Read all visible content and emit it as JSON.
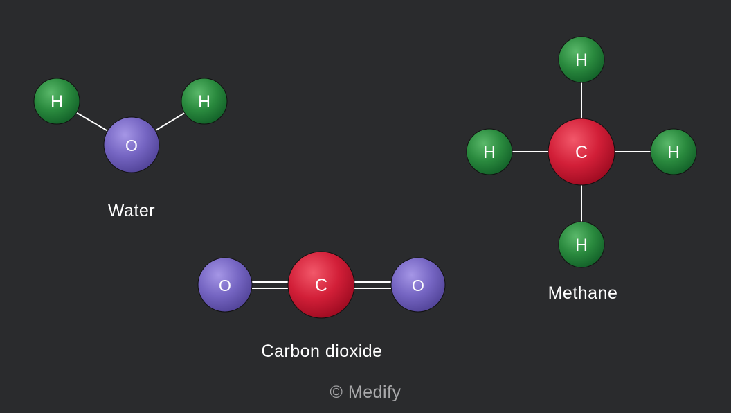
{
  "colors": {
    "background": "#2a2b2d",
    "hydrogen": "#1f7a34",
    "oxygen": "#6b5bb5",
    "carbon": "#c4172f",
    "bond": "#ffffff",
    "caption": "#ffffff",
    "credit": "#a9a9ab"
  },
  "molecules": {
    "water": {
      "caption": "Water",
      "atoms": {
        "h_left": "H",
        "oxygen": "O",
        "h_right": "H"
      }
    },
    "methane": {
      "caption": "Methane",
      "atoms": {
        "h_top": "H",
        "h_left": "H",
        "carbon": "C",
        "h_right": "H",
        "h_bottom": "H"
      }
    },
    "carbon_dioxide": {
      "caption": "Carbon dioxide",
      "atoms": {
        "o_left": "O",
        "carbon": "C",
        "o_right": "O"
      }
    }
  },
  "credit": "© Medify"
}
